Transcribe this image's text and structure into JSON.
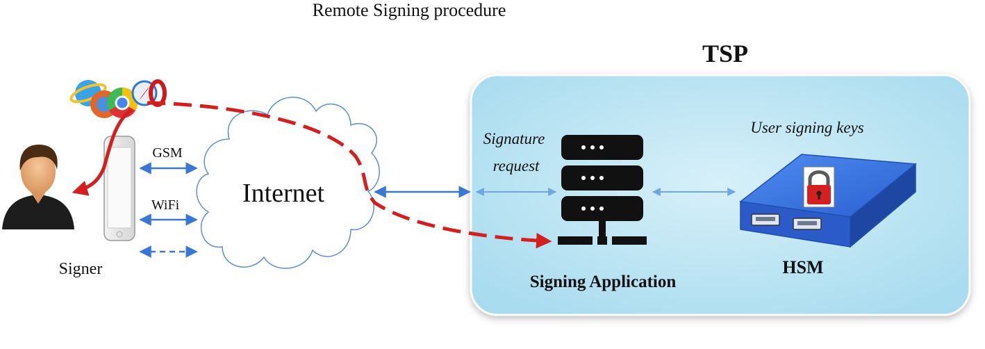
{
  "title": "Remote Signing procedure",
  "tsp_label": "TSP",
  "signer_label": "Signer",
  "internet_label": "Internet",
  "links": {
    "gsm": "GSM",
    "wifi": "WiFi"
  },
  "signature_request": {
    "line1": "Signature",
    "line2": "request"
  },
  "signing_application_label": "Signing Application",
  "user_keys_label": "User signing keys",
  "hsm_label": "HSM",
  "colors": {
    "tsp_box": "#bfe6f4",
    "flow_arrow": "#d21f1f",
    "link_arrow": "#3a76d4",
    "hsm_body": "#2f67d8"
  },
  "icons": [
    "browser-icons",
    "user-avatar-icon",
    "smartphone-icon",
    "internet-cloud-icon",
    "server-icon",
    "hsm-device-icon",
    "padlock-icon"
  ]
}
